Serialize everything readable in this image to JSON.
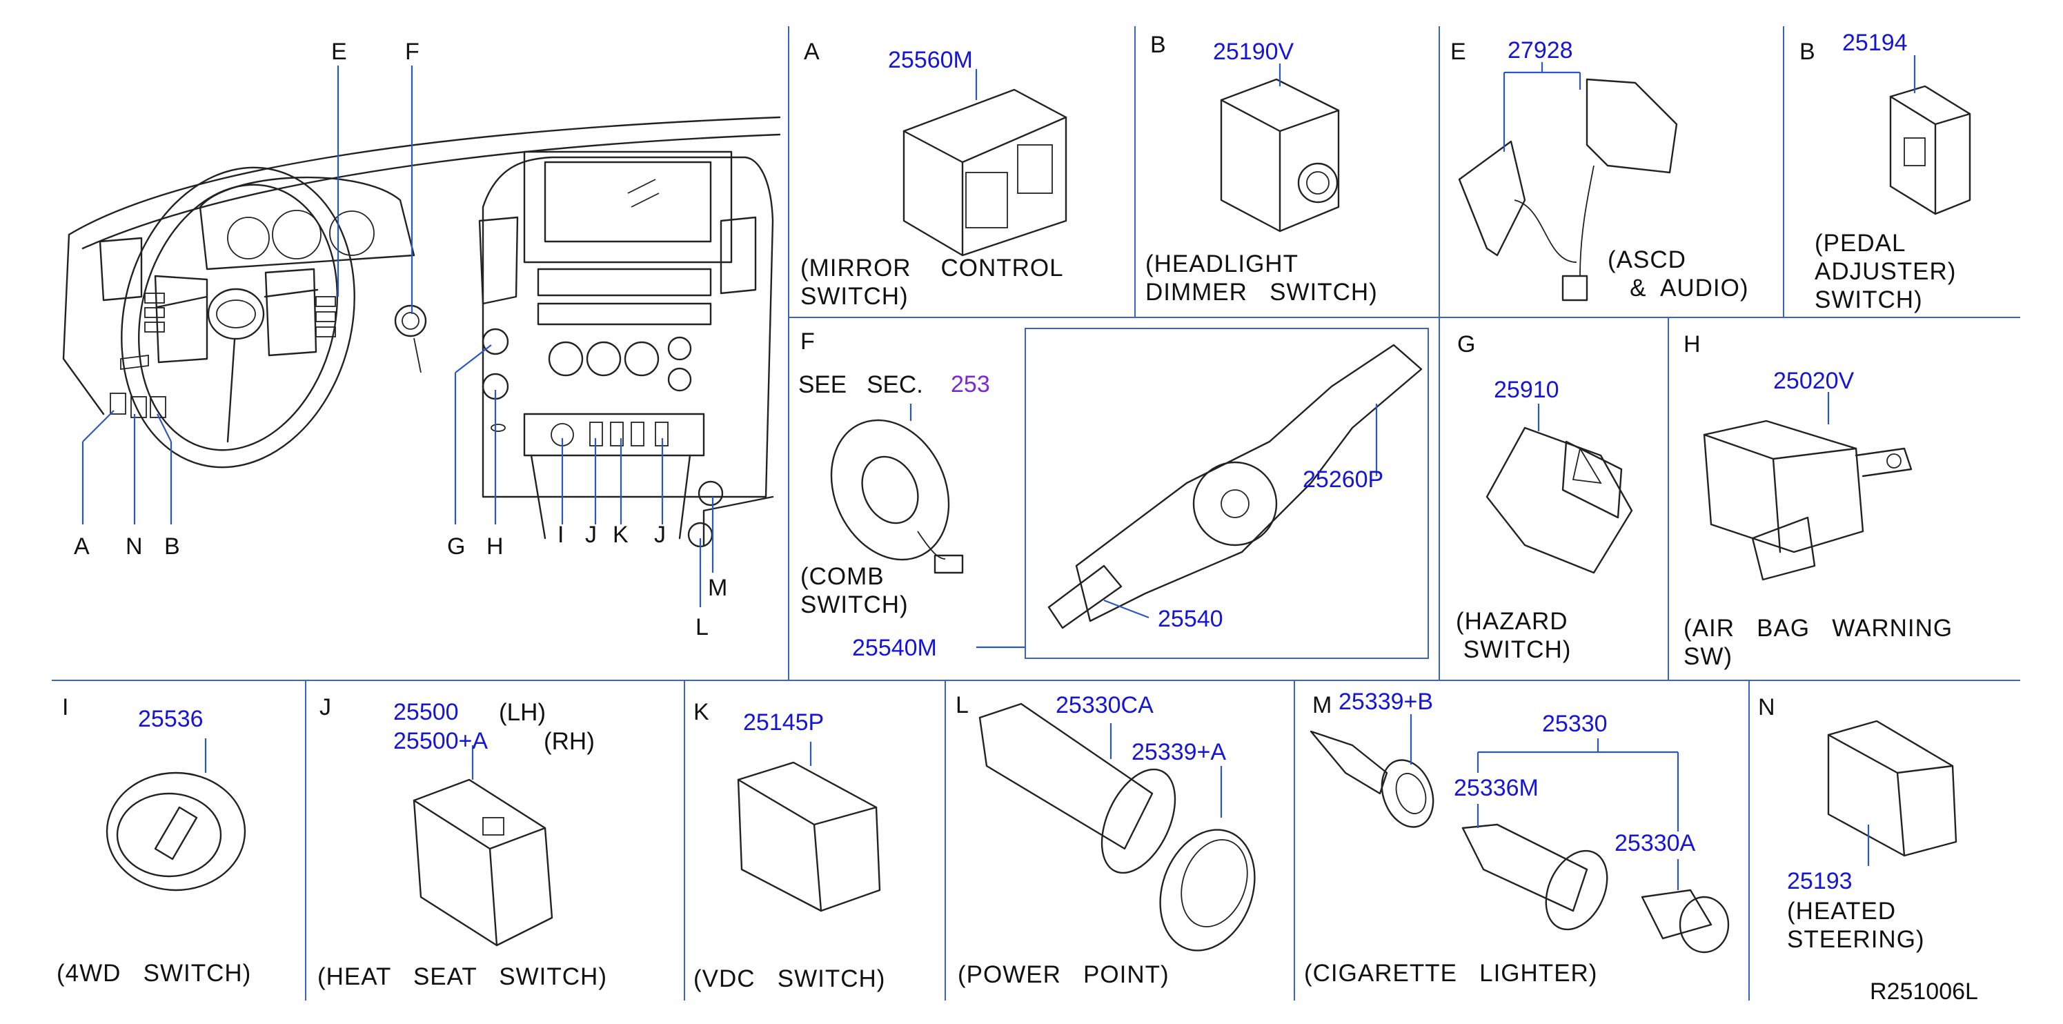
{
  "figure_code": "R251006L",
  "overview_letters": [
    "E",
    "F",
    "A",
    "N",
    "B",
    "G",
    "H",
    "I",
    "J",
    "K",
    "J",
    "L",
    "M"
  ],
  "panels": {
    "mirror": {
      "letter": "A",
      "part": "25560M",
      "desc": "(MIRROR    CONTROL\nSWITCH)"
    },
    "headlight": {
      "letter": "B",
      "part": "25190V",
      "desc": "(HEADLIGHT\nDIMMER   SWITCH)"
    },
    "ascd": {
      "letter": "E",
      "part": "27928",
      "desc": "(ASCD\n   &  AUDIO)"
    },
    "pedal": {
      "letter": "B",
      "part": "25194",
      "desc": "(PEDAL\nADJUSTER)\nSWITCH)"
    },
    "comb": {
      "letter": "F",
      "see": "SEE   SEC.",
      "sec": "253",
      "desc": "(COMB\nSWITCH)",
      "parts": [
        "25260P",
        "25540",
        "25540M"
      ]
    },
    "hazard": {
      "letter": "G",
      "part": "25910",
      "desc": "(HAZARD\n SWITCH)"
    },
    "airbag": {
      "letter": "H",
      "part": "25020V",
      "desc": "(AIR   BAG   WARNING\nSW)"
    },
    "fourwd": {
      "letter": "I",
      "part": "25536",
      "desc": "(4WD   SWITCH)"
    },
    "heatseat": {
      "letter": "J",
      "part_lh": "25500",
      "side_lh": "(LH)",
      "part_rh": "25500+A",
      "side_rh": "(RH)",
      "desc": "(HEAT   SEAT   SWITCH)"
    },
    "vdc": {
      "letter": "K",
      "part": "25145P",
      "desc": "(VDC   SWITCH)"
    },
    "power": {
      "letter": "L",
      "parts": [
        "25330CA",
        "25339+A"
      ],
      "desc": "(POWER   POINT)"
    },
    "cigar": {
      "letter": "M",
      "parts": [
        "25339+B",
        "25330",
        "25336M",
        "25330A"
      ],
      "desc": "(CIGARETTE   LIGHTER)"
    },
    "steering": {
      "letter": "N",
      "part": "25193",
      "desc": "(HEATED\nSTEERING)"
    }
  }
}
